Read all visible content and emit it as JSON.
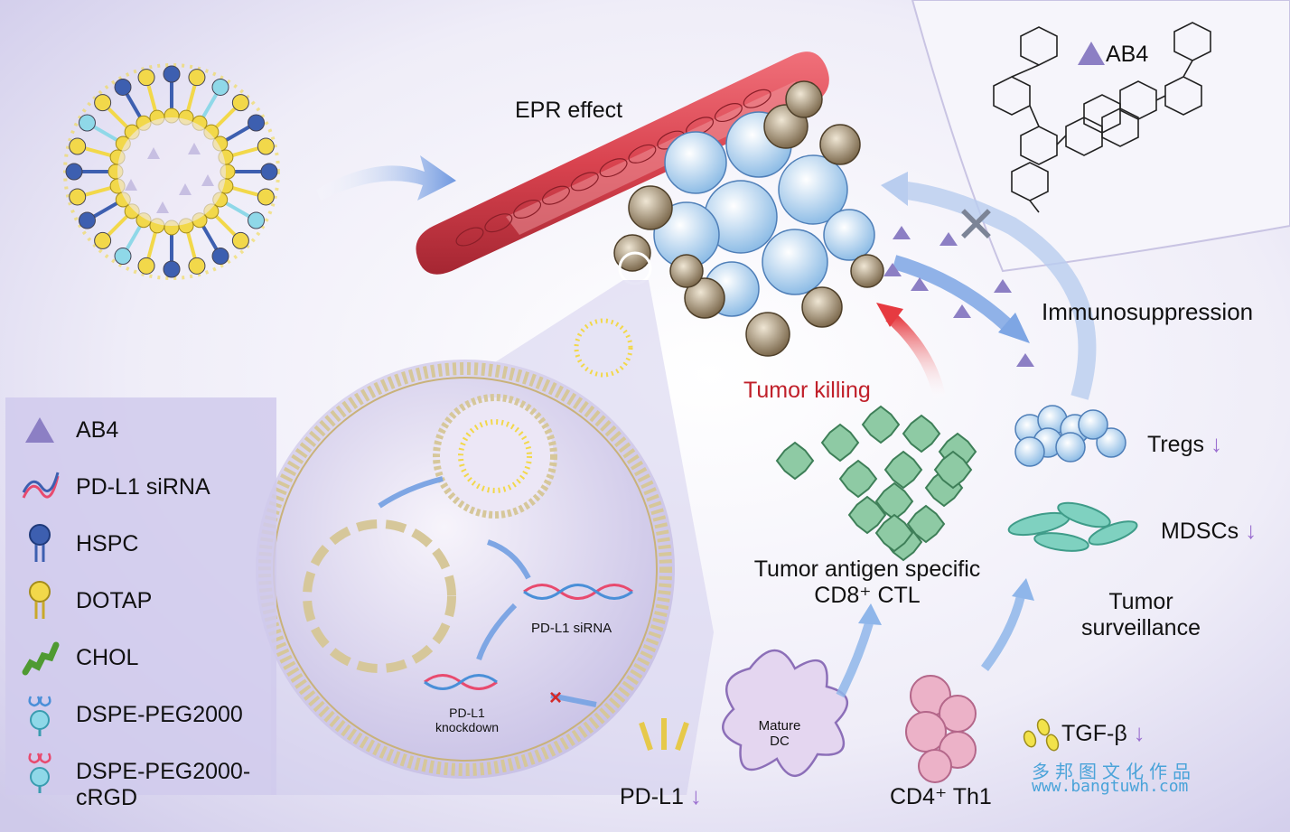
{
  "diagram": {
    "epr_label": "EPR effect",
    "ab4_label": "AB4",
    "immunosuppression_label": "Immunosuppression",
    "tumor_killing_label": "Tumor killing",
    "tregs_label": "Tregs",
    "mdscs_label": "MDSCs",
    "ctl_label_line1": "Tumor antigen specific",
    "ctl_label_line2": "CD8⁺ CTL",
    "surveillance_line1": "Tumor",
    "surveillance_line2": "surveillance",
    "sirna_label": "PD-L1 siRNA",
    "knockdown_line1": "PD-L1",
    "knockdown_line2": "knockdown",
    "dc_line1": "Mature",
    "dc_line2": "DC",
    "th1_label": "CD4⁺ Th1",
    "tgf_label": "TGF-β",
    "pdl1_label": "PD-L1",
    "down_arrow": "↓"
  },
  "legend": [
    {
      "icon": "ab4-triangle-icon",
      "label": "AB4"
    },
    {
      "icon": "sirna-helix-icon",
      "label": "PD-L1 siRNA"
    },
    {
      "icon": "hspc-lipid-icon",
      "label": "HSPC"
    },
    {
      "icon": "dotap-lipid-icon",
      "label": "DOTAP"
    },
    {
      "icon": "chol-icon",
      "label": "CHOL"
    },
    {
      "icon": "dspe-peg-icon",
      "label": "DSPE-PEG2000"
    },
    {
      "icon": "dspe-peg-crgd-icon",
      "label": "DSPE-PEG2000-cRGD"
    }
  ],
  "watermark": {
    "cn": "多邦图文化作品",
    "url": "www.bangtuwh.com"
  },
  "colors": {
    "ab4": "#8c7fc4",
    "hspc": "#3d5fb0",
    "dotap": "#f2d84a",
    "chol": "#4f9a32",
    "peg": "#8fd8e8",
    "crgd": "#e84a6e",
    "vessel": "#d9434f",
    "ctl": "#5fa57a",
    "treg": "#8cc8ec",
    "mdsc": "#6cc8b4",
    "th1": "#e6a6c0",
    "tumor_killing": "#c0202a",
    "arrow_blue": "#7ea6e4"
  }
}
